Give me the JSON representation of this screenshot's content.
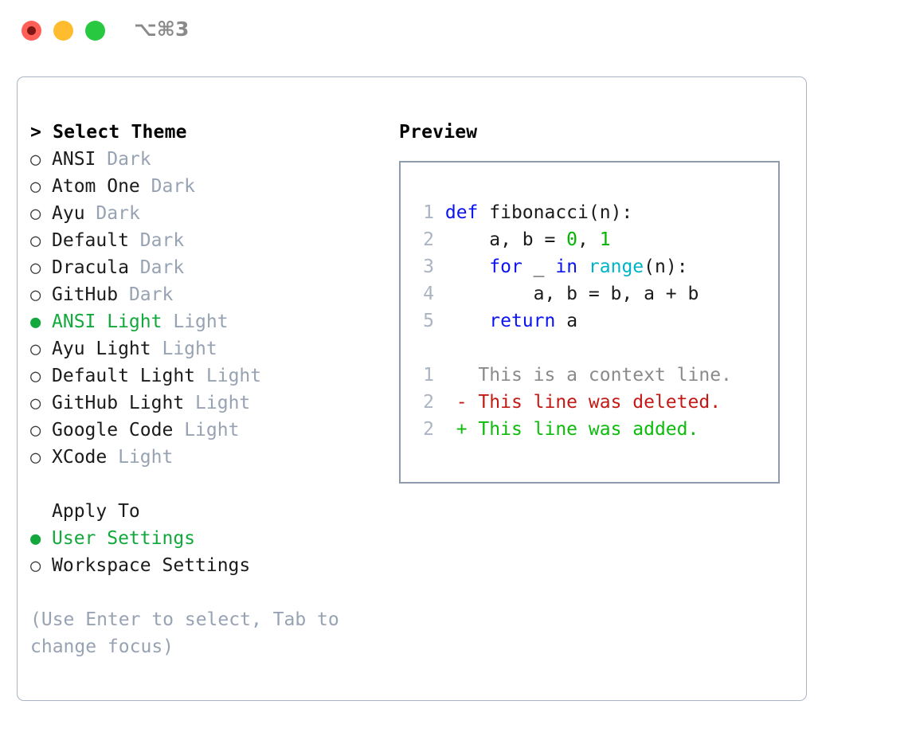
{
  "titlebar": {
    "shortcut": "⌥⌘3",
    "buttons": {
      "close": "close-button",
      "minimize": "minimize-button",
      "maximize": "maximize-button"
    },
    "colors": {
      "close": "#ff5f57",
      "minimize": "#febc2e",
      "maximize": "#28c840"
    }
  },
  "theme_picker": {
    "header": "Select Theme",
    "caret": ">",
    "marker_selected": "●",
    "marker_unselected": "○",
    "items": [
      {
        "name": "ANSI",
        "variant": "Dark",
        "selected": false
      },
      {
        "name": "Atom One",
        "variant": "Dark",
        "selected": false
      },
      {
        "name": "Ayu",
        "variant": "Dark",
        "selected": false
      },
      {
        "name": "Default",
        "variant": "Dark",
        "selected": false
      },
      {
        "name": "Dracula",
        "variant": "Dark",
        "selected": false
      },
      {
        "name": "GitHub",
        "variant": "Dark",
        "selected": false
      },
      {
        "name": "ANSI Light",
        "variant": "Light",
        "selected": true
      },
      {
        "name": "Ayu Light",
        "variant": "Light",
        "selected": false
      },
      {
        "name": "Default Light",
        "variant": "Light",
        "selected": false
      },
      {
        "name": "GitHub Light",
        "variant": "Light",
        "selected": false
      },
      {
        "name": "Google Code",
        "variant": "Light",
        "selected": false
      },
      {
        "name": "XCode",
        "variant": "Light",
        "selected": false
      }
    ]
  },
  "apply_to": {
    "header": "Apply To",
    "items": [
      {
        "label": "User Settings",
        "selected": true
      },
      {
        "label": "Workspace Settings",
        "selected": false
      }
    ]
  },
  "hint": {
    "line1": "(Use Enter to select, Tab to",
    "line2": "change focus)"
  },
  "preview": {
    "header": "Preview",
    "code": [
      {
        "n": "1",
        "tokens": [
          {
            "t": " ",
            "c": "plain"
          },
          {
            "t": "def",
            "c": "kw"
          },
          {
            "t": " fibonacci(n):",
            "c": "id"
          }
        ]
      },
      {
        "n": "2",
        "tokens": [
          {
            "t": "     a, b = ",
            "c": "id"
          },
          {
            "t": "0",
            "c": "num"
          },
          {
            "t": ", ",
            "c": "id"
          },
          {
            "t": "1",
            "c": "num"
          }
        ]
      },
      {
        "n": "3",
        "tokens": [
          {
            "t": "     ",
            "c": "id"
          },
          {
            "t": "for",
            "c": "kw"
          },
          {
            "t": " _ ",
            "c": "id"
          },
          {
            "t": "in",
            "c": "kw"
          },
          {
            "t": " ",
            "c": "id"
          },
          {
            "t": "range",
            "c": "fn"
          },
          {
            "t": "(n):",
            "c": "id"
          }
        ]
      },
      {
        "n": "4",
        "tokens": [
          {
            "t": "         a, b = b, a + b",
            "c": "id"
          }
        ]
      },
      {
        "n": "5",
        "tokens": [
          {
            "t": "     ",
            "c": "id"
          },
          {
            "t": "return",
            "c": "kw"
          },
          {
            "t": " a",
            "c": "id"
          }
        ]
      }
    ],
    "diff": [
      {
        "n": "1",
        "sign": " ",
        "text": "This is a context line.",
        "kind": "context"
      },
      {
        "n": "2",
        "sign": "-",
        "text": "This line was deleted.",
        "kind": "del"
      },
      {
        "n": "2",
        "sign": "+",
        "text": "This line was added.",
        "kind": "add"
      }
    ]
  },
  "colors": {
    "accent_green": "#12a83c",
    "muted": "#97a2b3",
    "keyword": "#0a13f0",
    "function": "#00b4c8",
    "number": "#00b400",
    "diff_delete": "#c41a16",
    "diff_add": "#0dbb0d",
    "border": "#8e9bac",
    "panel_border": "#aab4c2"
  }
}
